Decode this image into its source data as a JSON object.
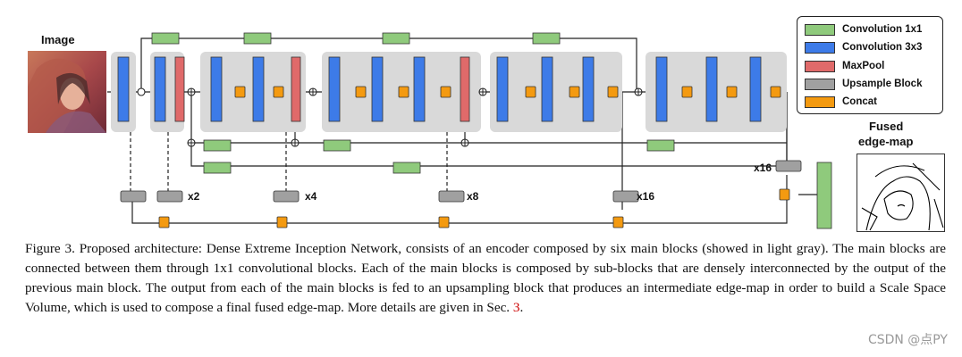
{
  "labels": {
    "image": "Image",
    "fused_line1": "Fused",
    "fused_line2": "edge-map"
  },
  "multipliers": {
    "m2": "x2",
    "m4": "x4",
    "m8": "x8",
    "m16a": "x16",
    "m16b": "x16"
  },
  "legend": [
    {
      "label": "Convolution 1x1",
      "color": "#8fca7c"
    },
    {
      "label": "Convolution 3x3",
      "color": "#3d7be8"
    },
    {
      "label": "MaxPool",
      "color": "#e06a6a"
    },
    {
      "label": "Upsample Block",
      "color": "#a0a0a0"
    },
    {
      "label": "Concat",
      "color": "#f49a10"
    }
  ],
  "caption": {
    "text": "Figure 3. Proposed architecture: Dense Extreme Inception Network, consists of an encoder composed by six main blocks (showed in light gray). The main blocks are connected between them through 1x1 convolutional blocks. Each of the main blocks is composed by sub-blocks that are densely interconnected by the output of the previous main block. The output from each of the main blocks is fed to an upsampling block that produces an intermediate edge-map in order to build a Scale Space Volume, which is used to compose a final fused edge-map. More details are given in Sec. ",
    "ref": "3",
    "end": "."
  },
  "watermark": "CSDN @点PY",
  "colors": {
    "conv1": "#8fca7c",
    "conv3": "#3d7be8",
    "maxpool": "#e06a6a",
    "upsample": "#a0a0a0",
    "concat": "#f49a10",
    "block_bg": "#d9d9d9"
  }
}
